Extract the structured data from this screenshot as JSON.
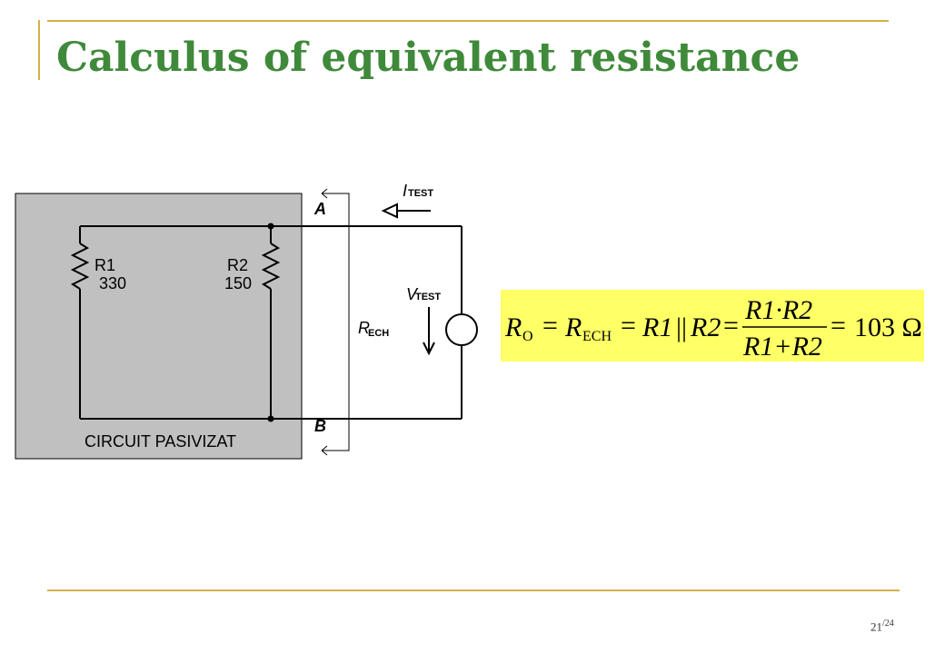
{
  "slide": {
    "title": "Calculus of equivalent resistance",
    "page_number": "21",
    "page_total": "/24"
  },
  "circuit": {
    "box_label": "CIRCUIT PASIVIZAT",
    "r1_name": "R1",
    "r1_value": "330",
    "r2_name": "R2",
    "r2_value": "150",
    "node_a": "A",
    "node_b": "B",
    "i_test_main": "I",
    "i_test_sub": "TEST",
    "v_test_main": "V",
    "v_test_sub": "TEST",
    "r_ech_main": "R",
    "r_ech_sub": "ECH"
  },
  "formula": {
    "ro": "R",
    "ro_sub": "O",
    "eq1": "=",
    "rech": "R",
    "rech_sub": "ECH",
    "eq2": "=",
    "r1": "R1",
    "parallel": "||",
    "r2": "R2",
    "eq3": "=",
    "num": "R1·R2",
    "den": "R1+R2",
    "eq4": "=",
    "result": "103 Ω",
    "highlight_color": "#ffff66"
  },
  "colors": {
    "title": "#3f8a3a",
    "frame": "#d4b04a",
    "box_fill": "#c0c0c0"
  }
}
